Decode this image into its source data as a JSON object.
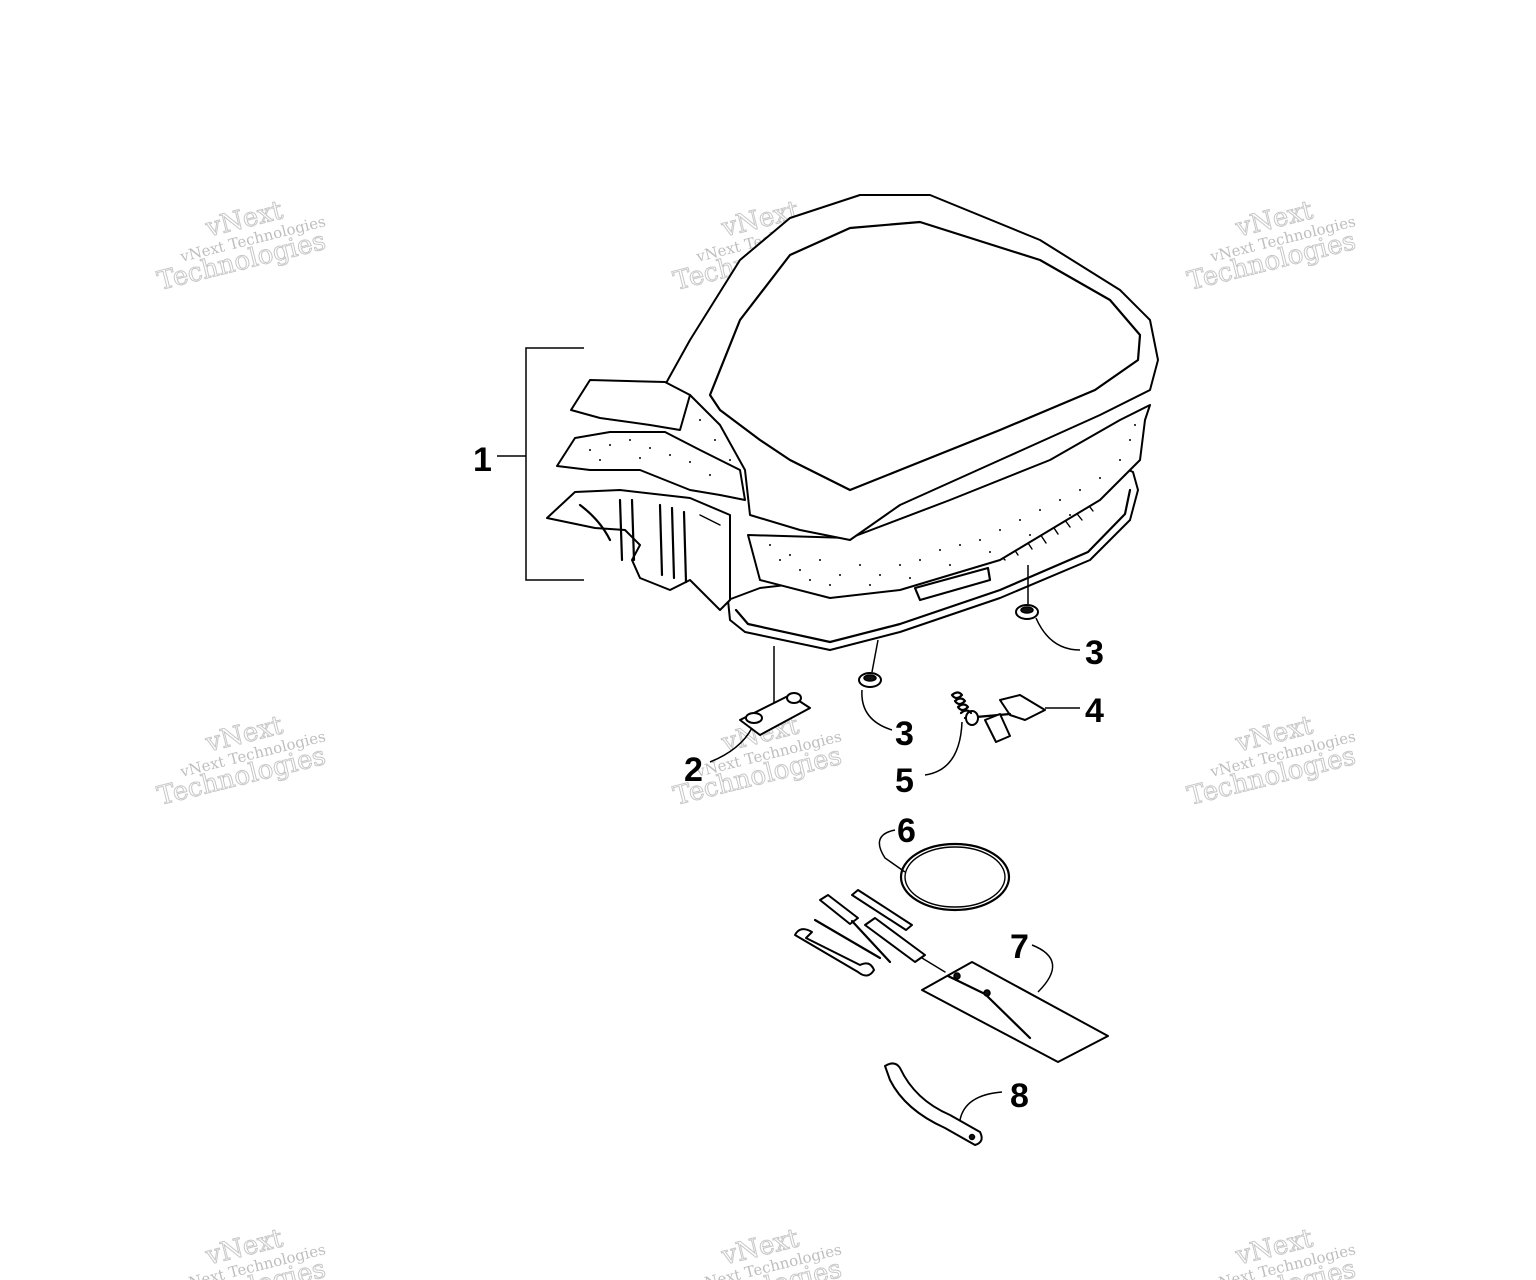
{
  "watermark": {
    "line_big_1": "vNext",
    "line_small": "vNext Technologies",
    "line_big_2": "Technologies"
  },
  "callouts": {
    "c1": "1",
    "c2": "2",
    "c3a": "3",
    "c3b": "3",
    "c4": "4",
    "c5": "5",
    "c6": "6",
    "c7": "7",
    "c8": "8"
  },
  "colors": {
    "line": "#000000",
    "background": "#ffffff",
    "watermark": "#8a8a8a"
  }
}
